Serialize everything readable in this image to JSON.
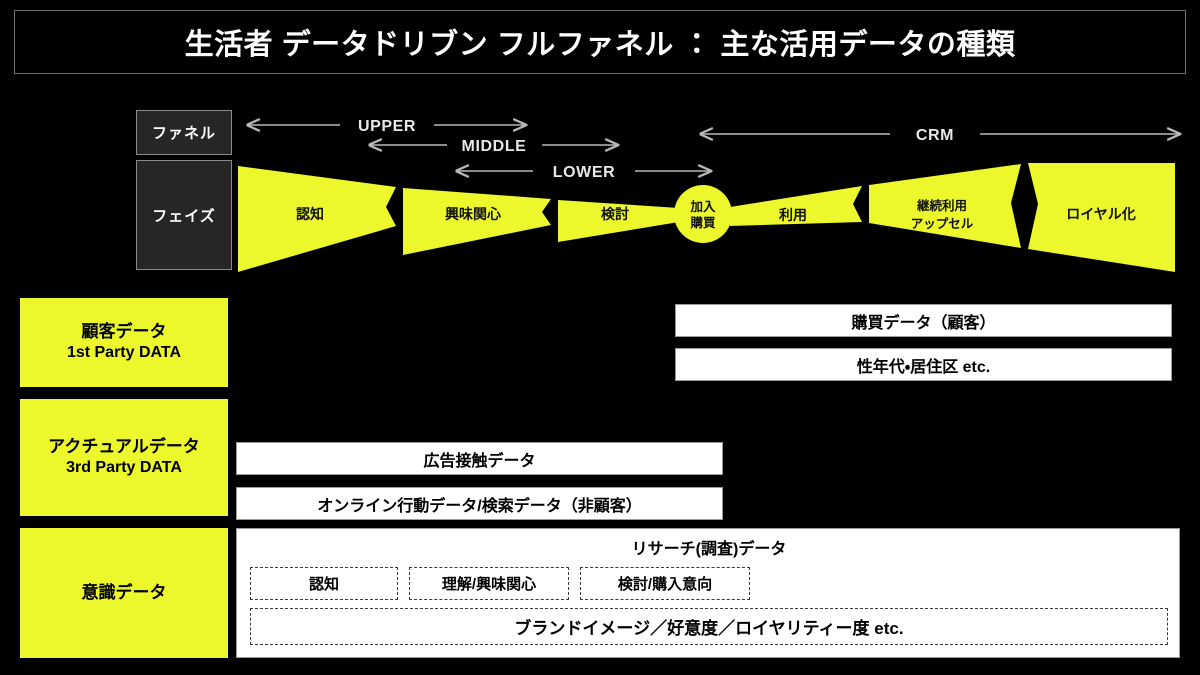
{
  "title": "生活者 データドリブン フルファネル ： 主な活用データの種類",
  "funnel": {
    "row_labels": {
      "funnel": "ファネル",
      "phase": "フェイズ"
    },
    "scope_arrows": [
      {
        "label": "UPPER"
      },
      {
        "label": "MIDDLE"
      },
      {
        "label": "LOWER"
      },
      {
        "label": "CRM"
      }
    ],
    "stages": [
      {
        "label": "認知"
      },
      {
        "label": "興味関心"
      },
      {
        "label": "検討"
      },
      {
        "label_line1": "加入",
        "label_line2": "購買"
      },
      {
        "label": "利用"
      },
      {
        "label_line1": "継続利用",
        "label_line2": "アップセル"
      },
      {
        "label": "ロイヤル化"
      }
    ]
  },
  "matrix": {
    "categories": [
      {
        "name_ja": "顧客データ",
        "name_en": "1st Party DATA"
      },
      {
        "name_ja": "アクチュアルデータ",
        "name_en": "3rd Party DATA"
      },
      {
        "name_ja": "意識データ",
        "name_en": ""
      }
    ],
    "first_party_bars": [
      "購買データ（顧客）",
      "性年代・居住区 etc."
    ],
    "third_party_bars": [
      "広告接触データ",
      "オンライン行動データ/検索データ（非顧客）"
    ],
    "research": {
      "title": "リサーチ(調査)データ",
      "phase_boxes": [
        "認知",
        "理解/興味関心",
        "検討/購入意向"
      ],
      "full_width_box": "ブランドイメージ／好意度／ロイヤリティー度 etc."
    }
  },
  "colors": {
    "background": "#000000",
    "accent_yellow": "#ecf72c",
    "panel_white": "#ffffff",
    "label_dark": "#262626",
    "arrow_gray": "#b9b9b9"
  }
}
